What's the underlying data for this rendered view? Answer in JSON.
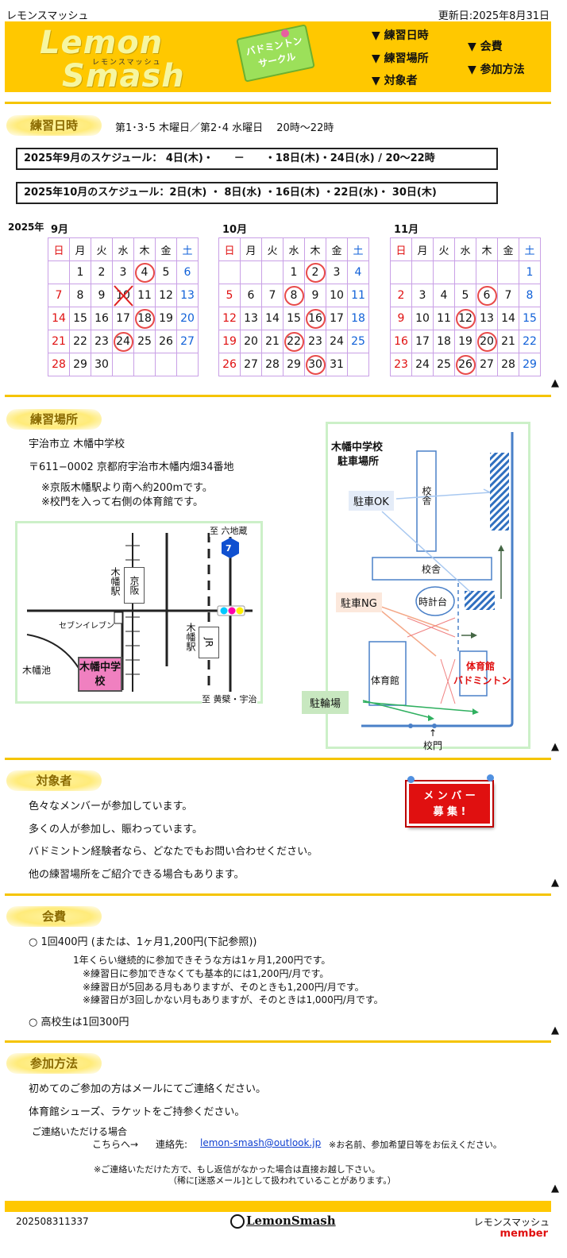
{
  "top": {
    "site_name": "レモンスマッシュ",
    "updated": "更新日:2025年8月31日"
  },
  "header": {
    "logo_line1": "Lemon",
    "logo_line2": "Smash",
    "logo_kana": "レモンスマッシュ",
    "badge_line1": "バドミントン",
    "badge_line2": "サークル",
    "nav": [
      "▼ 練習日時",
      "▼ 練習場所",
      "▼ 対象者",
      "▼ 会費",
      "▼ 参加方法"
    ]
  },
  "schedule": {
    "label": "練習日時",
    "desc": "第1･3･5 木曜日／第2･4 水曜日　 20時～22時",
    "sep": "2025年9月のスケジュール： 4日(木)・　　－　　・18日(木)・24日(水) /  20～22時",
    "oct": "2025年10月のスケジュール：2日(木) ・ 8日(水) ・16日(木) ・22日(水)・ 30日(木)",
    "year": "2025年",
    "up": "▲"
  },
  "calendars": [
    {
      "month": "9月",
      "weekdays": [
        "日",
        "月",
        "火",
        "水",
        "木",
        "金",
        "土"
      ],
      "weeks": [
        [
          "",
          "1",
          "2",
          "3",
          "4",
          "5",
          "6"
        ],
        [
          "7",
          "8",
          "9",
          "10",
          "11",
          "12",
          "13"
        ],
        [
          "14",
          "15",
          "16",
          "17",
          "18",
          "19",
          "20"
        ],
        [
          "21",
          "22",
          "23",
          "24",
          "25",
          "26",
          "27"
        ],
        [
          "28",
          "29",
          "30",
          "",
          "",
          "",
          ""
        ]
      ],
      "circled": [
        "4",
        "18",
        "24"
      ],
      "crossed": [
        "10"
      ]
    },
    {
      "month": "10月",
      "weekdays": [
        "日",
        "月",
        "火",
        "水",
        "木",
        "金",
        "土"
      ],
      "weeks": [
        [
          "",
          "",
          "",
          "1",
          "2",
          "3",
          "4"
        ],
        [
          "5",
          "6",
          "7",
          "8",
          "9",
          "10",
          "11"
        ],
        [
          "12",
          "13",
          "14",
          "15",
          "16",
          "17",
          "18"
        ],
        [
          "19",
          "20",
          "21",
          "22",
          "23",
          "24",
          "25"
        ],
        [
          "26",
          "27",
          "28",
          "29",
          "30",
          "31",
          ""
        ]
      ],
      "circled": [
        "2",
        "8",
        "16",
        "22",
        "30"
      ],
      "crossed": []
    },
    {
      "month": "11月",
      "weekdays": [
        "日",
        "月",
        "火",
        "水",
        "木",
        "金",
        "土"
      ],
      "weeks": [
        [
          "",
          "",
          "",
          "",
          "",
          "",
          "1"
        ],
        [
          "2",
          "3",
          "4",
          "5",
          "6",
          "7",
          "8"
        ],
        [
          "9",
          "10",
          "11",
          "12",
          "13",
          "14",
          "15"
        ],
        [
          "16",
          "17",
          "18",
          "19",
          "20",
          "21",
          "22"
        ],
        [
          "23",
          "24",
          "25",
          "26",
          "27",
          "28",
          "29"
        ]
      ],
      "circled": [
        "6",
        "12",
        "20",
        "26"
      ],
      "crossed": []
    }
  ],
  "place": {
    "label": "練習場所",
    "school": "宇治市立 木幡中学校",
    "address": "〒611−0002  京都府宇治市木幡内畑34番地",
    "note1": "※京阪木幡駅より南へ約200mです。",
    "note2": "※校門を入って右側の体育館です。",
    "map": {
      "to_north": "至 六地蔵",
      "to_south": "至 黄檗・宇治",
      "route": "7",
      "keihan": "京阪",
      "keihan_station": "木幡駅",
      "jr": "JR",
      "jr_station": "木幡駅",
      "seven": "セブンイレブン",
      "pond": "木幡池",
      "school": "木幡中学校"
    },
    "parking": {
      "title1": "木幡中学校",
      "title2": "駐車場所",
      "ok": "駐車OK",
      "ng": "駐車NG",
      "bike": "駐輪場",
      "bldg1": "校舎",
      "bldg2": "校舎",
      "clock": "時計台",
      "gym": "体育館",
      "gym_badminton1": "体育館",
      "gym_badminton2": "バドミントン",
      "gate": "校門"
    }
  },
  "target": {
    "label": "対象者",
    "lines": [
      "色々なメンバーが参加しています。",
      "多くの人が参加し、賑わっています。",
      "バドミントン経験者なら、どなたでもお問い合わせください。",
      "他の練習場所をご紹介できる場合もあります。"
    ],
    "recruit1": "メ ン バ ー",
    "recruit2": "募 集 !"
  },
  "fee": {
    "label": "会費",
    "line1": "○ 1回400円  (または、1ヶ月1,200円(下記参照))",
    "sub1": "1年くらい継続的に参加できそうな方は1ヶ月1,200円です。",
    "sub2": "※練習日に参加できなくても基本的には1,200円/月です。",
    "sub3": "※練習日が5回ある月もありますが、そのときも1,200円/月です。",
    "sub4": "※練習日が3回しかない月もありますが、そのときは1,000円/月です。",
    "line2": "○ 高校生は1回300円"
  },
  "join": {
    "label": "参加方法",
    "line1": "初めてのご参加の方はメールにてご連絡ください。",
    "line2": "体育館シューズ、ラケットをご持参ください。",
    "contact1": "ご連絡いただける場合",
    "contact2": "こちらへ→",
    "contact_label": "連絡先:",
    "email": "lemon-smash@outlook.jp",
    "email_note": "※お名前、参加希望日等をお伝えください。",
    "note1": "※ご連絡いただけた方で、もし返信がなかった場合は直接お越し下さい。",
    "note2": "（稀に[迷惑メール]として扱われていることがあります。）"
  },
  "footer": {
    "counter": "202508311337",
    "logo": "LemonSmash",
    "name": "レモンスマッシュ",
    "member": "member"
  }
}
